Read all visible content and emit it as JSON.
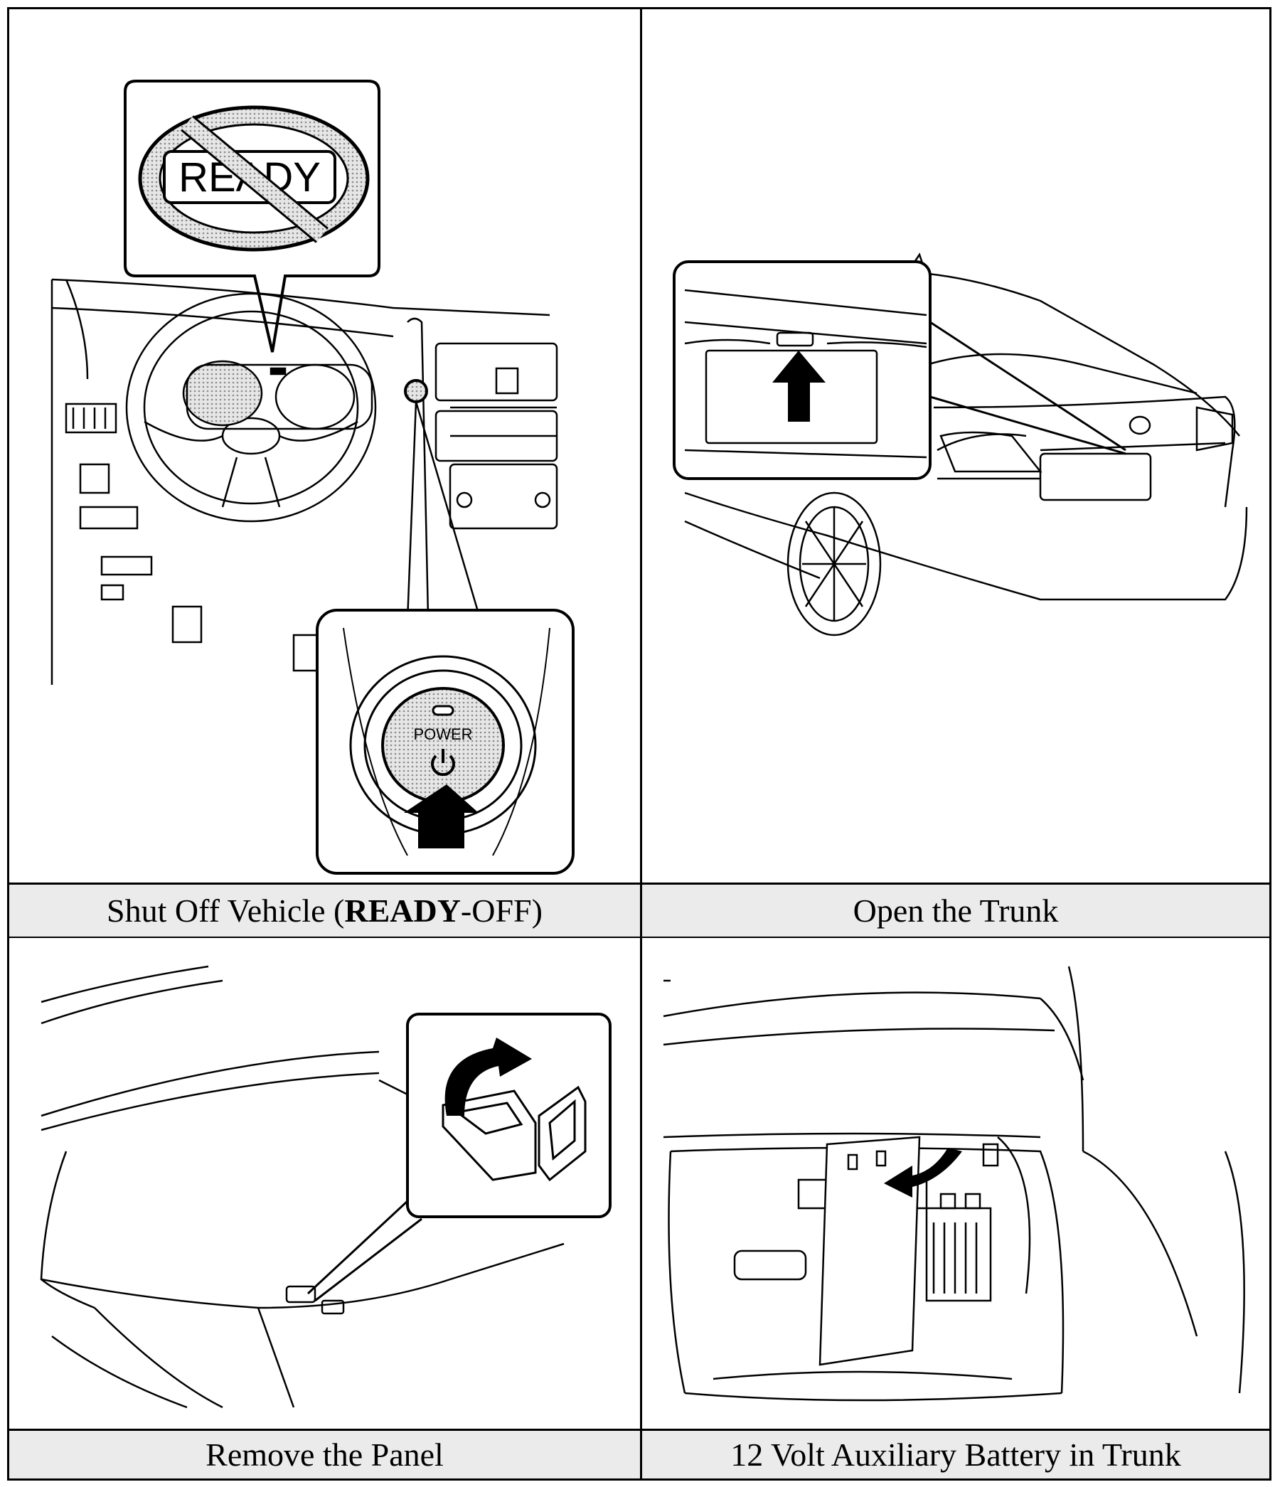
{
  "panels": [
    {
      "caption": {
        "prefix": "Shut Off Vehicle (",
        "bold": "READY",
        "suffix": "-OFF)"
      },
      "callout_text": "READY",
      "button_label": "POWER"
    },
    {
      "caption": "Open the Trunk"
    },
    {
      "caption": "Remove the Panel"
    },
    {
      "caption": "12 Volt Auxiliary Battery in Trunk"
    }
  ]
}
